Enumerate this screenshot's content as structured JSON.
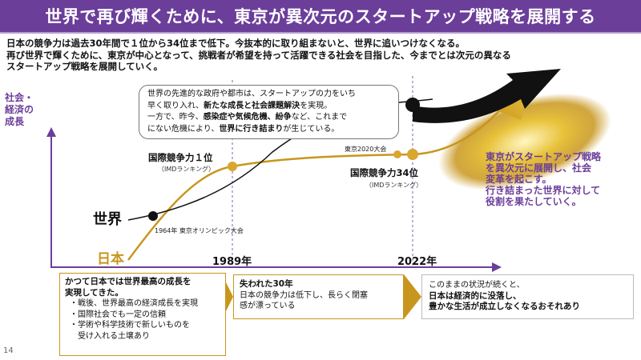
{
  "title": "世界で再び輝くために、東京が異次元のスタートアップ戦略を展開する",
  "intro": [
    "日本の競争力は過去30年間で１位から34位まで低下。今抜本的に取り組まないと、世界に追いつけなくなる。",
    "再び世界で輝くために、東京が中心となって、挑戦者が希望を持って活躍できる社会を目指した、今までとは次元の異なる",
    "スタートアップ戦略を展開していく。"
  ],
  "axis_label": [
    "社会・",
    "経済の",
    "成長"
  ],
  "labels": {
    "world": "世界",
    "japan": "日本",
    "olympic_1964": "1964年 東京オリンピック大会",
    "olympic_2020": "東京2020大会",
    "rank1": "国際競争力１位",
    "rank1_sub": "（IMDランキング）",
    "rank34": "国際競争力34位",
    "rank34_sub": "（IMDランキング）",
    "year_1989": "1989年",
    "year_2022": "2022年"
  },
  "callout": {
    "l1": "世界の先進的な政府や都市は、スタートアップの力をいち",
    "l1b": "早く取り入れ、",
    "l2_em": "新たな成長と社会課題解決",
    "l2_tail": "を実現。",
    "l3a": "一方で、昨今、",
    "l3_em1": "感染症や気候危機、紛争",
    "l3b": "など、これまで",
    "l4a": "にない危機により、",
    "l4_em": "世界に行き詰まり",
    "l4b": "が生じている。"
  },
  "tokyo_message": [
    "東京がスタートアップ戦略",
    "を異次元に展開し、社会",
    "変革を起こす。",
    "行き詰まった世界に対して",
    "役割を果たしていく。"
  ],
  "box1": {
    "heading": [
      "かつて日本では世界最高の成長を",
      "実現してきた。"
    ],
    "bullets": [
      "・戦後、世界最高の経済成長を実現",
      "・国際社会でも一定の信頼",
      "・学術や科学技術で新しいものを",
      "　受け入れる土壌あり"
    ]
  },
  "box2": {
    "heading": "失われた30年",
    "lines": [
      "日本の競争力は低下し、長らく閉塞",
      "感が漂っている"
    ]
  },
  "box3": {
    "lines": [
      "このままの状況が続くと、",
      "日本は経済的に没落し、",
      "豊かな生活が成立しなくなるおそれあり"
    ]
  },
  "page_number": "14",
  "colors": {
    "purple": "#6b3e9a",
    "gold": "#c8961e",
    "black": "#111111"
  }
}
